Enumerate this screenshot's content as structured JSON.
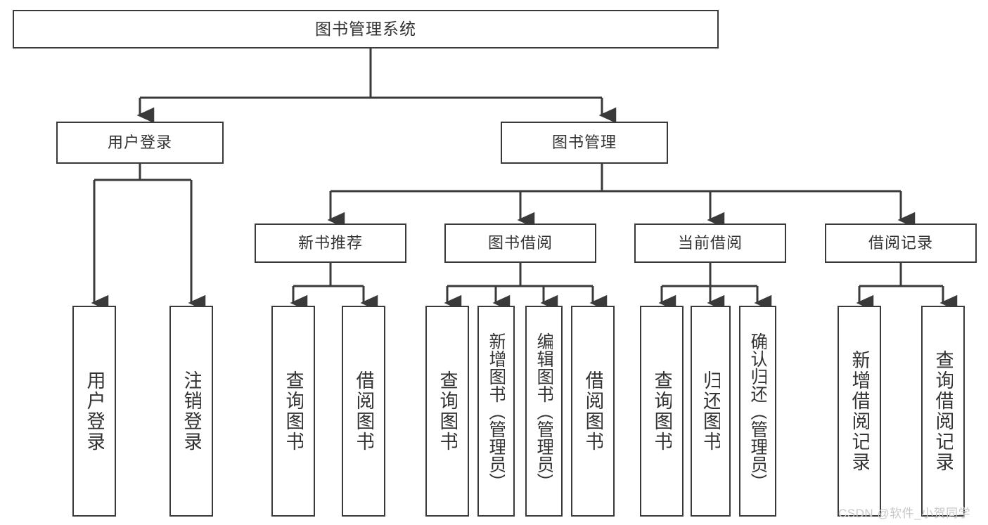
{
  "diagram": {
    "type": "hierarchy-tree",
    "title": "图书管理系统",
    "background_color": "#ffffff",
    "box_border_color": "#3a3a3a",
    "text_color": "#333333",
    "connector_color": "#3a3a3a",
    "levels": 3,
    "root": {
      "id": "root",
      "label": "图书管理系统",
      "orientation": "horizontal"
    },
    "level2": [
      {
        "id": "user-login",
        "label": "用户登录",
        "orientation": "horizontal"
      },
      {
        "id": "book-management",
        "label": "图书管理",
        "orientation": "horizontal"
      }
    ],
    "level3": [
      {
        "id": "new-book-recommend",
        "label": "新书推荐",
        "orientation": "horizontal",
        "parent": "book-management"
      },
      {
        "id": "book-borrow",
        "label": "图书借阅",
        "orientation": "horizontal",
        "parent": "book-management"
      },
      {
        "id": "current-borrow",
        "label": "当前借阅",
        "orientation": "horizontal",
        "parent": "book-management"
      },
      {
        "id": "borrow-record",
        "label": "借阅记录",
        "orientation": "horizontal",
        "parent": "book-management"
      }
    ],
    "leaves": [
      {
        "id": "leaf-user-login",
        "label": "用户登录",
        "parent": "user-login"
      },
      {
        "id": "leaf-logout",
        "label": "注销登录",
        "parent": "user-login"
      },
      {
        "id": "leaf-query-book-1",
        "label": "查询图书",
        "parent": "new-book-recommend"
      },
      {
        "id": "leaf-borrow-book-1",
        "label": "借阅图书",
        "parent": "new-book-recommend"
      },
      {
        "id": "leaf-query-book-2",
        "label": "查询图书",
        "parent": "book-borrow"
      },
      {
        "id": "leaf-add-book",
        "label": "新增图书（管理员）",
        "parent": "book-borrow"
      },
      {
        "id": "leaf-edit-book",
        "label": "编辑图书（管理员）",
        "parent": "book-borrow"
      },
      {
        "id": "leaf-borrow-book-2",
        "label": "借阅图书",
        "parent": "book-borrow"
      },
      {
        "id": "leaf-query-book-3",
        "label": "查询图书",
        "parent": "current-borrow"
      },
      {
        "id": "leaf-return-book",
        "label": "归还图书",
        "parent": "current-borrow"
      },
      {
        "id": "leaf-confirm-return",
        "label": "确认归还（管理员）",
        "parent": "current-borrow"
      },
      {
        "id": "leaf-add-record",
        "label": "新增借阅记录",
        "parent": "borrow-record"
      },
      {
        "id": "leaf-query-record",
        "label": "查询借阅记录",
        "parent": "borrow-record"
      }
    ],
    "watermark": "CSDN @软件_小贺同学"
  }
}
